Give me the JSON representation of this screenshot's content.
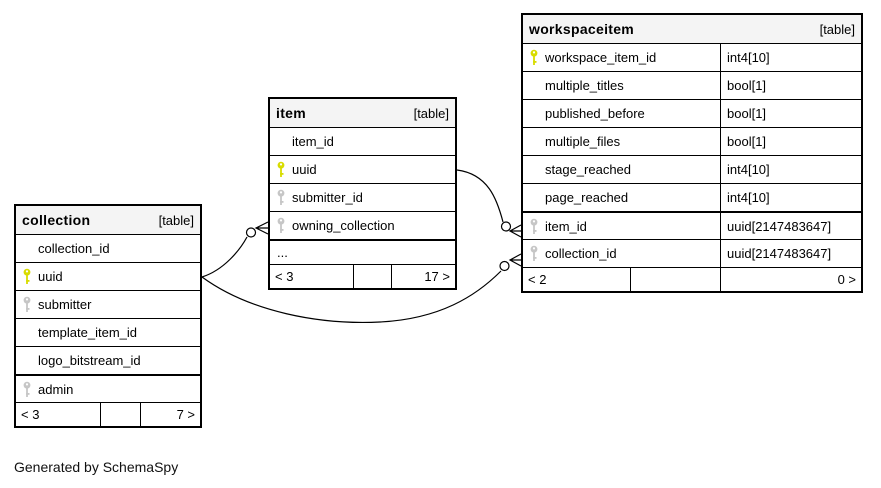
{
  "canvas": {
    "background": "#ffffff"
  },
  "footer_note": "Generated by SchemaSpy",
  "colors": {
    "primary_key": "#d8dc00",
    "foreign_key": "#c6c6c6",
    "header_bg": "#f4f4f4",
    "border": "#000000"
  },
  "tables": [
    {
      "name": "collection",
      "badge": "[table]",
      "columns": [
        {
          "name": "collection_id",
          "key": "none"
        },
        {
          "name": "uuid",
          "key": "primary"
        },
        {
          "name": "submitter",
          "key": "foreign"
        },
        {
          "name": "template_item_id",
          "key": "none"
        },
        {
          "name": "logo_bitstream_id",
          "key": "none"
        },
        {
          "name": "admin",
          "key": "foreign"
        }
      ],
      "footer": {
        "left": "< 3",
        "middle": "",
        "right": "7 >"
      }
    },
    {
      "name": "item",
      "badge": "[table]",
      "columns": [
        {
          "name": "item_id",
          "key": "none"
        },
        {
          "name": "uuid",
          "key": "primary"
        },
        {
          "name": "submitter_id",
          "key": "foreign"
        },
        {
          "name": "owning_collection",
          "key": "foreign"
        }
      ],
      "ellipsis": "...",
      "footer": {
        "left": "< 3",
        "middle": "",
        "right": "17 >"
      }
    },
    {
      "name": "workspaceitem",
      "badge": "[table]",
      "columns": [
        {
          "name": "workspace_item_id",
          "key": "primary",
          "type": "int4[10]"
        },
        {
          "name": "multiple_titles",
          "key": "none",
          "type": "bool[1]"
        },
        {
          "name": "published_before",
          "key": "none",
          "type": "bool[1]"
        },
        {
          "name": "multiple_files",
          "key": "none",
          "type": "bool[1]"
        },
        {
          "name": "stage_reached",
          "key": "none",
          "type": "int4[10]"
        },
        {
          "name": "page_reached",
          "key": "none",
          "type": "int4[10]"
        },
        {
          "name": "item_id",
          "key": "foreign",
          "type": "uuid[2147483647]"
        },
        {
          "name": "collection_id",
          "key": "foreign",
          "type": "uuid[2147483647]"
        }
      ],
      "footer": {
        "left": "< 2",
        "middle": "",
        "right": "0 >"
      }
    }
  ],
  "relationships": [
    {
      "from": "collection.uuid",
      "to": "item.owning_collection"
    },
    {
      "from": "item.uuid",
      "to": "workspaceitem.item_id"
    },
    {
      "from": "collection.uuid",
      "to": "workspaceitem.collection_id"
    }
  ]
}
